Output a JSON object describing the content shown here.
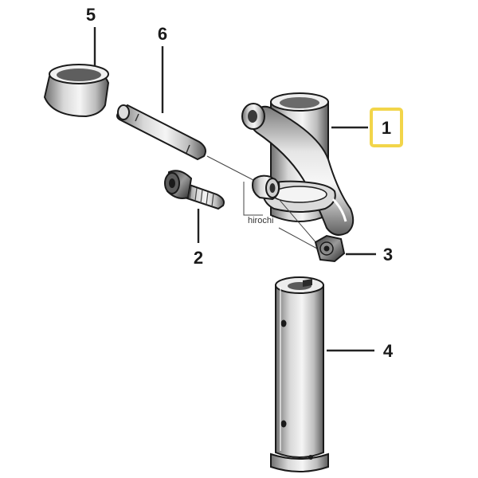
{
  "callouts": {
    "part_1": "1",
    "part_2": "2",
    "part_3": "3",
    "part_4": "4",
    "part_5": "5",
    "part_6": "6"
  },
  "highlight_color": "#f2d54a",
  "watermark": "hirochi"
}
